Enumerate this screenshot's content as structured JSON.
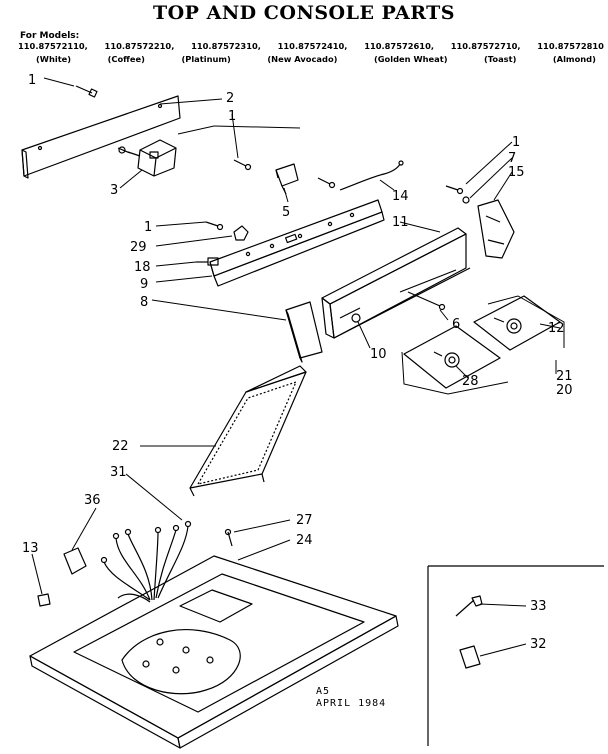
{
  "title": "TOP AND CONSOLE PARTS",
  "models_label": "For Models:",
  "models": [
    {
      "number": "110.87572110,",
      "color": "(White)"
    },
    {
      "number": "110.87572210,",
      "color": "(Coffee)"
    },
    {
      "number": "110.87572310,",
      "color": "(Platinum)"
    },
    {
      "number": "110.87572410,",
      "color": "(New Avocado)"
    },
    {
      "number": "110.87572610,",
      "color": "(Golden Wheat)"
    },
    {
      "number": "110.87572710,",
      "color": "(Toast)"
    },
    {
      "number": "110.87572810",
      "color": "(Almond)"
    }
  ],
  "callouts": {
    "c1a": "1",
    "c2": "2",
    "c3": "3",
    "c1b": "1",
    "c5": "5",
    "c14": "14",
    "c1c": "1",
    "c7": "7",
    "c15": "15",
    "c11": "11",
    "c1d": "1",
    "c29": "29",
    "c18": "18",
    "c9": "9",
    "c8": "8",
    "c6": "6",
    "c12": "12",
    "c10": "10",
    "c21": "21",
    "c28": "28",
    "c20": "20",
    "c22": "22",
    "c31": "31",
    "c36": "36",
    "c27": "27",
    "c24": "24",
    "c13": "13",
    "c33": "33",
    "c32": "32"
  },
  "footer": {
    "code": "A5",
    "date": "APRIL 1984"
  }
}
